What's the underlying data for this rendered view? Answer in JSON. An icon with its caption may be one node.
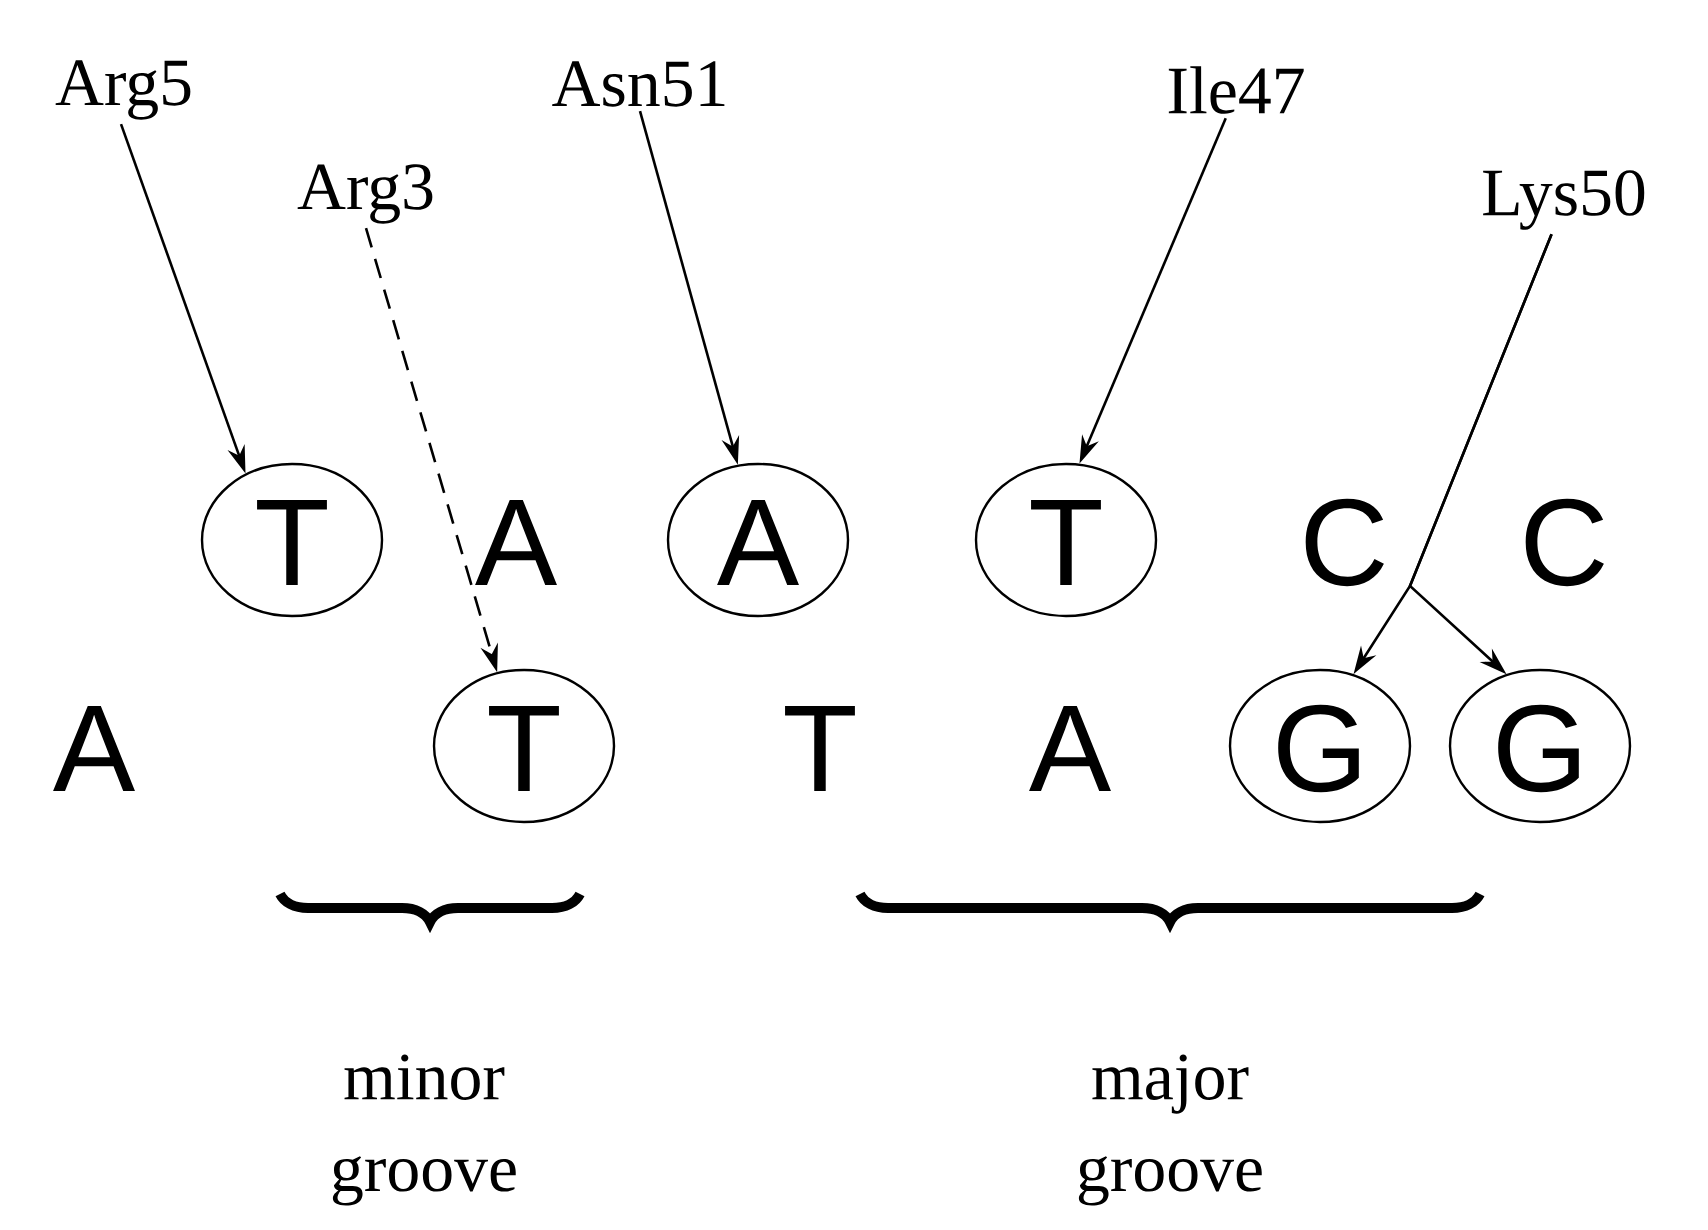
{
  "diagram": {
    "nodes": [
      {
        "text": [
          "Arg5"
        ]
      },
      {
        "text": [
          "Asn51"
        ]
      },
      {
        "text": [
          "Ile47"
        ]
      },
      {
        "text": [
          "Arg3"
        ]
      },
      {
        "text": [
          "Lys50"
        ]
      },
      {
        "text": [
          "T"
        ]
      },
      {
        "text": [
          "A"
        ]
      },
      {
        "text": [
          "T"
        ]
      },
      {
        "text": [
          "T"
        ]
      },
      {
        "text": [
          "G"
        ]
      },
      {
        "text": [
          "G"
        ]
      }
    ],
    "edges": [
      {
        "from": 0,
        "to": 5,
        "arrow": "to"
      },
      {
        "from": 3,
        "to": 8,
        "arrow": "to",
        "style": "dashed"
      },
      {
        "from": 1,
        "to": 6,
        "arrow": "to"
      },
      {
        "from": 2,
        "to": 7,
        "arrow": "to"
      },
      {
        "from": 4,
        "to": 9,
        "arrow": "to"
      },
      {
        "from": 4,
        "to": 10,
        "arrow": "to"
      }
    ],
    "labels": [
      "A",
      "C",
      "C",
      "A",
      "T",
      "A",
      "minor groove",
      "major groove"
    ]
  }
}
